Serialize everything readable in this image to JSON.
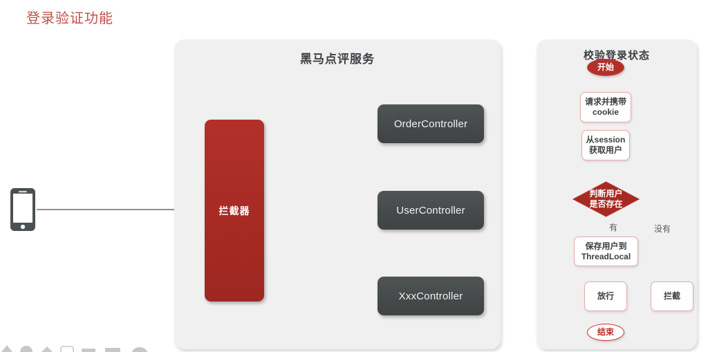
{
  "page": {
    "title": "登录验证功能",
    "title_color": "#c0504d",
    "background": "#ffffff"
  },
  "colors": {
    "panel_bg": "#f0f0f0",
    "accent_red": "#b3302a",
    "node_border_red": "#e6a9a6",
    "controller_dark": "#454949",
    "arrow_gray": "#6b6b6b",
    "text_dark": "#3c4043"
  },
  "client": {
    "icon": "smartphone-icon",
    "connector_label": ""
  },
  "service_panel": {
    "title": "黑马点评服务",
    "interceptor": {
      "label": "拦截器",
      "fill": "#b3302a"
    },
    "controllers": [
      {
        "label": "OrderController"
      },
      {
        "label": "UserController"
      },
      {
        "label": "XxxController"
      }
    ]
  },
  "flow_panel": {
    "title": "校验登录状态",
    "nodes": [
      {
        "id": "start",
        "shape": "ellipse",
        "label": "开始"
      },
      {
        "id": "request",
        "shape": "box",
        "label": "请求并携带\ncookie"
      },
      {
        "id": "get-user",
        "shape": "box",
        "label": "从session\n获取用户"
      },
      {
        "id": "decision",
        "shape": "diamond",
        "label": "判断用户\n是否存在"
      },
      {
        "id": "save-user",
        "shape": "box",
        "label": "保存用户到\nThreadLocal"
      },
      {
        "id": "pass",
        "shape": "box",
        "label": "放行"
      },
      {
        "id": "block",
        "shape": "box",
        "label": "拦截"
      },
      {
        "id": "end",
        "shape": "ellipse",
        "label": "结束"
      }
    ],
    "edge_labels": {
      "yes": "有",
      "no": "没有"
    }
  },
  "bottom_icons": [
    "shape-icon-1",
    "shape-icon-2",
    "shape-icon-3",
    "shape-icon-4",
    "shape-icon-5",
    "shape-icon-6",
    "shape-icon-7"
  ]
}
